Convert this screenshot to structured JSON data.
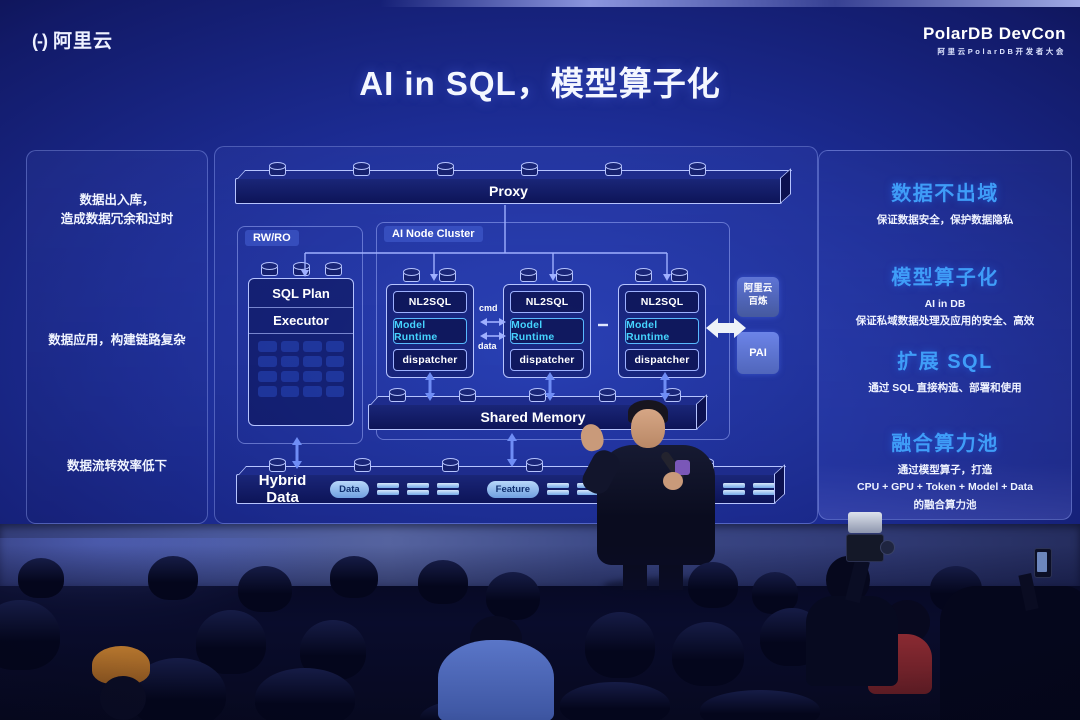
{
  "colors": {
    "feature_heading": "#3f9df8",
    "model_runtime_text": "#45d4ff",
    "diagram_line": "#b6c4ff",
    "arrow_blue": "#6f8df5",
    "chip_fill": "#8ec2f5",
    "slide_background": "#1c2c94"
  },
  "header": {
    "logo_mark": "(-)",
    "logo_text": "阿里云",
    "event_title": "PolarDB DevCon",
    "event_subtitle": "阿里云PolarDB开发者大会"
  },
  "slide": {
    "title": "AI in SQL，模型算子化",
    "pain_points": [
      "数据出入库，\n造成数据冗余和过时",
      "数据应用，构建链路复杂",
      "数据流转效率低下"
    ],
    "diagram": {
      "proxy": "Proxy",
      "rw_ro": "RW/RO",
      "cluster": "AI Node Cluster",
      "sql_plan": "SQL Plan",
      "executor": "Executor",
      "node_rows": [
        "NL2SQL",
        "Model Runtime",
        "dispatcher"
      ],
      "link_cmd": "cmd",
      "link_data": "data",
      "shared_memory": "Shared Memory",
      "hybrid": "Hybrid Data",
      "chip_data": "Data",
      "chip_feature": "Feature",
      "external_top": "阿里云\n百炼",
      "external_bottom": "PAI"
    },
    "features": [
      {
        "title": "数据不出域",
        "desc": "保证数据安全，保护数据隐私"
      },
      {
        "title": "模型算子化",
        "desc": "AI in DB\n保证私域数据处理及应用的安全、高效"
      },
      {
        "title": "扩展 SQL",
        "desc": "通过 SQL 直接构造、部署和使用"
      },
      {
        "title": "融合算力池",
        "desc": "通过模型算子，打造\nCPU + GPU + Token + Model + Data\n的融合算力池"
      }
    ]
  }
}
